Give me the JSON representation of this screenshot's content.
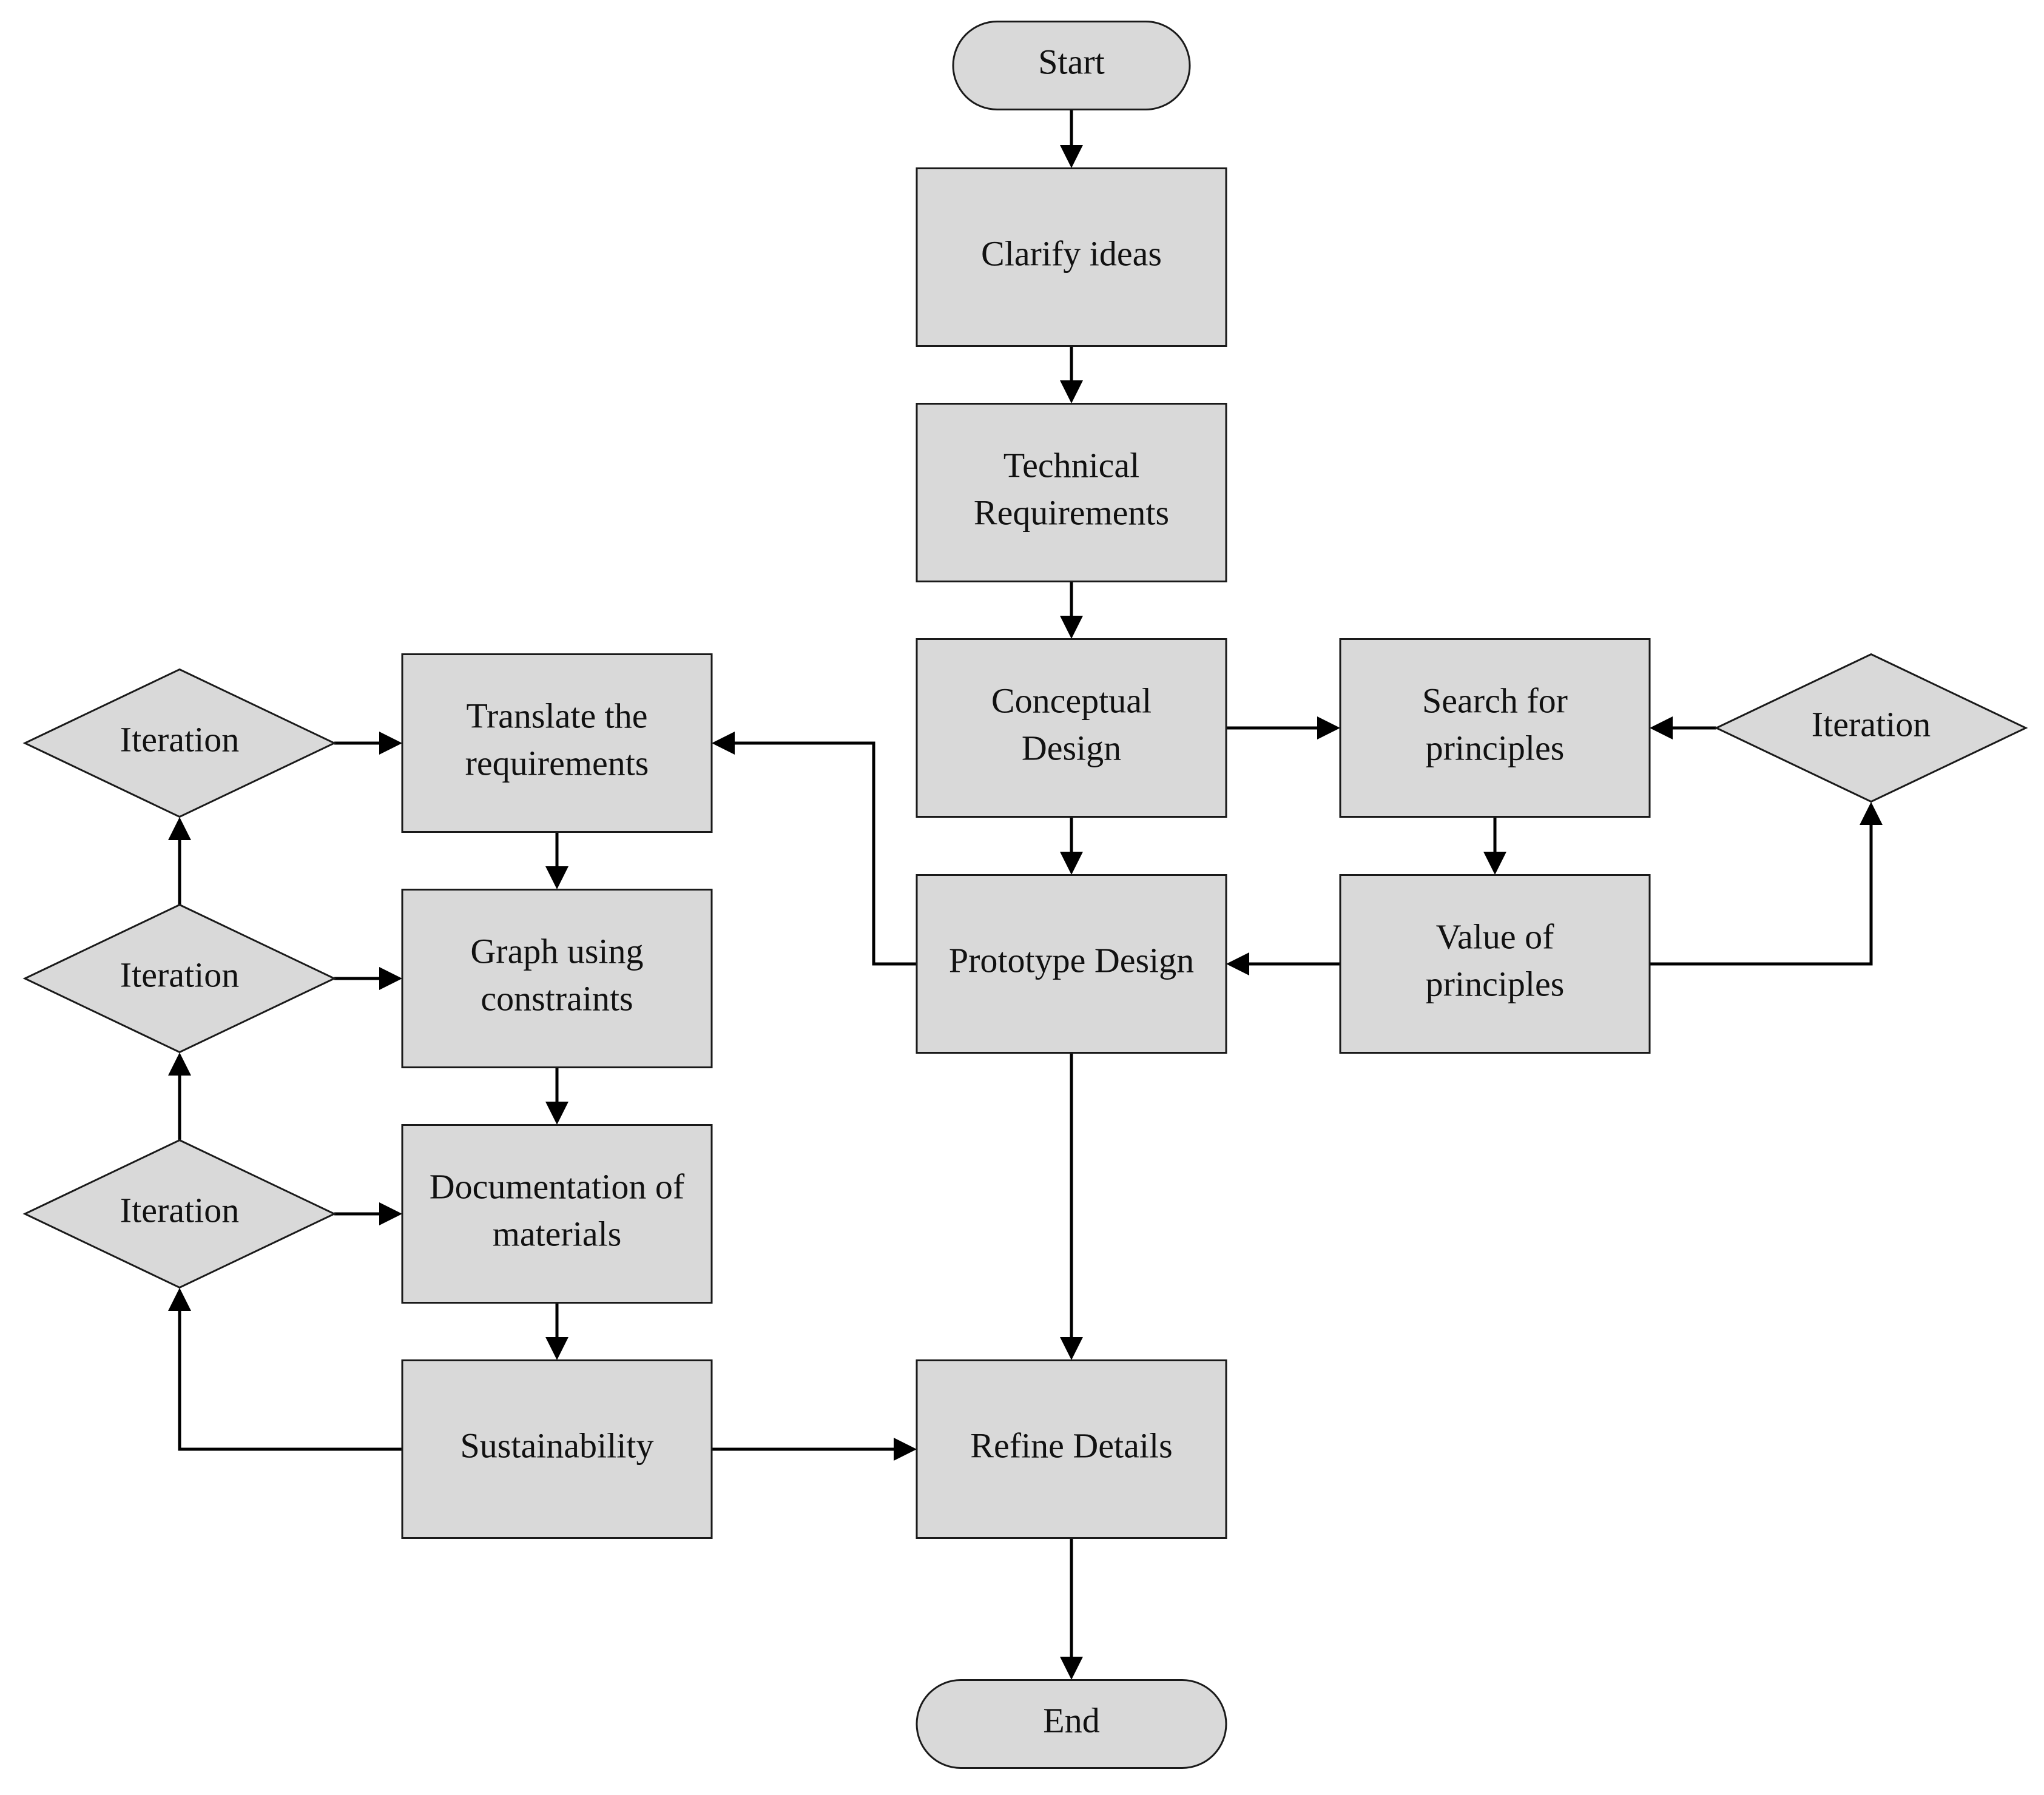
{
  "colors": {
    "node_fill": "#d9d9d9",
    "node_stroke": "#1a1a1a",
    "connector": "#000000",
    "text": "#111111",
    "background": "#ffffff"
  },
  "nodes": {
    "start": {
      "shape": "terminator",
      "lines": [
        "Start"
      ]
    },
    "clarify": {
      "shape": "process",
      "lines": [
        "Clarify ideas"
      ]
    },
    "technical": {
      "shape": "process",
      "lines": [
        "Technical",
        "Requirements"
      ]
    },
    "conceptual": {
      "shape": "process",
      "lines": [
        "Conceptual",
        "Design"
      ]
    },
    "search": {
      "shape": "process",
      "lines": [
        "Search for",
        "principles"
      ]
    },
    "iteration_right": {
      "shape": "decision",
      "lines": [
        "Iteration"
      ]
    },
    "prototype": {
      "shape": "process",
      "lines": [
        "Prototype Design"
      ]
    },
    "value": {
      "shape": "process",
      "lines": [
        "Value of",
        "principles"
      ]
    },
    "translate": {
      "shape": "process",
      "lines": [
        "Translate the",
        "requirements"
      ]
    },
    "graph": {
      "shape": "process",
      "lines": [
        "Graph using",
        "constraints"
      ]
    },
    "documentation": {
      "shape": "process",
      "lines": [
        "Documentation of",
        "materials"
      ]
    },
    "sustainability": {
      "shape": "process",
      "lines": [
        "Sustainability"
      ]
    },
    "iteration_left_1": {
      "shape": "decision",
      "lines": [
        "Iteration"
      ]
    },
    "iteration_left_2": {
      "shape": "decision",
      "lines": [
        "Iteration"
      ]
    },
    "iteration_left_3": {
      "shape": "decision",
      "lines": [
        "Iteration"
      ]
    },
    "refine": {
      "shape": "process",
      "lines": [
        "Refine Details"
      ]
    },
    "end": {
      "shape": "terminator",
      "lines": [
        "End"
      ]
    }
  },
  "edges": [
    {
      "from": "start",
      "to": "clarify"
    },
    {
      "from": "clarify",
      "to": "technical"
    },
    {
      "from": "technical",
      "to": "conceptual"
    },
    {
      "from": "conceptual",
      "to": "search"
    },
    {
      "from": "conceptual",
      "to": "prototype"
    },
    {
      "from": "search",
      "to": "value"
    },
    {
      "from": "iteration_right",
      "to": "search"
    },
    {
      "from": "value",
      "to": "prototype"
    },
    {
      "from": "value",
      "to": "iteration_right"
    },
    {
      "from": "prototype",
      "to": "translate"
    },
    {
      "from": "prototype",
      "to": "refine"
    },
    {
      "from": "translate",
      "to": "graph"
    },
    {
      "from": "graph",
      "to": "documentation"
    },
    {
      "from": "documentation",
      "to": "sustainability"
    },
    {
      "from": "iteration_left_1",
      "to": "translate"
    },
    {
      "from": "iteration_left_2",
      "to": "graph"
    },
    {
      "from": "iteration_left_2",
      "to": "iteration_left_1"
    },
    {
      "from": "iteration_left_3",
      "to": "documentation"
    },
    {
      "from": "iteration_left_3",
      "to": "iteration_left_2"
    },
    {
      "from": "sustainability",
      "to": "iteration_left_3"
    },
    {
      "from": "sustainability",
      "to": "refine"
    },
    {
      "from": "refine",
      "to": "end"
    }
  ]
}
